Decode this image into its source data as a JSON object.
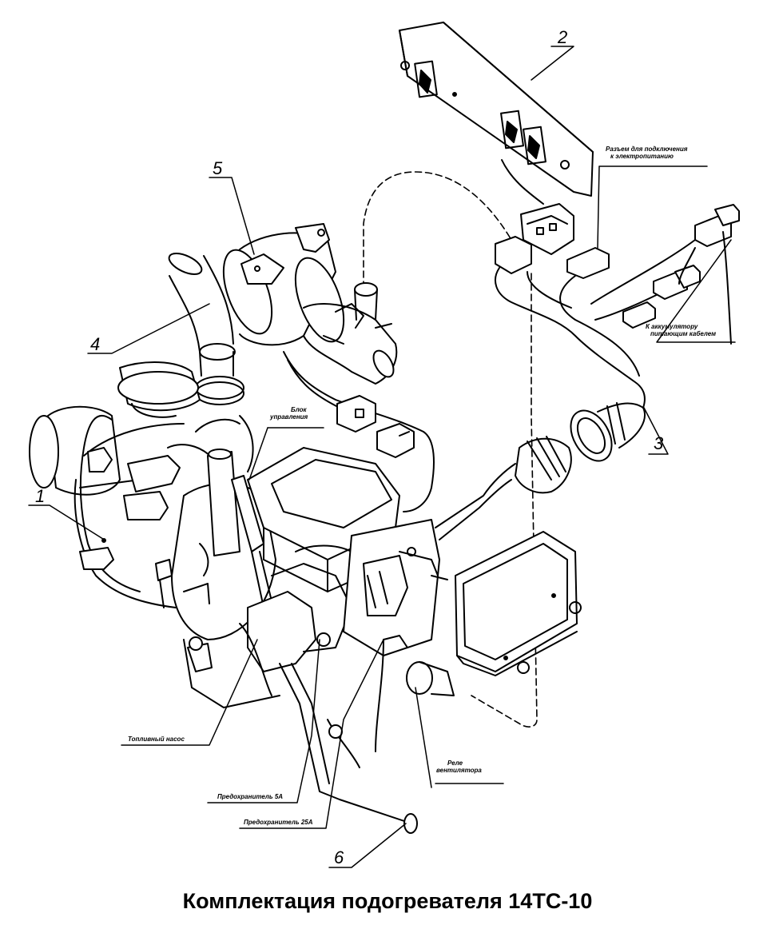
{
  "caption": "Комплектация подогревателя 14ТС-10",
  "callouts": {
    "n1": "1",
    "n2": "2",
    "n3": "3",
    "n4": "4",
    "n5": "5",
    "n6": "6"
  },
  "labels": {
    "connector_line1": "Разъем для подключения",
    "connector_line2": "к электропитанию",
    "battery_line1": "К аккумулятору",
    "battery_line2": "питающим кабелем",
    "control_block_line1": "Блок",
    "control_block_line2": "управления",
    "fuel_pump": "Топливный насос",
    "fuse_5a": "Предохранитель 5А",
    "fuse_25a": "Предохранитель 25А",
    "relay_line1": "Реле",
    "relay_line2": "вентилятора"
  }
}
